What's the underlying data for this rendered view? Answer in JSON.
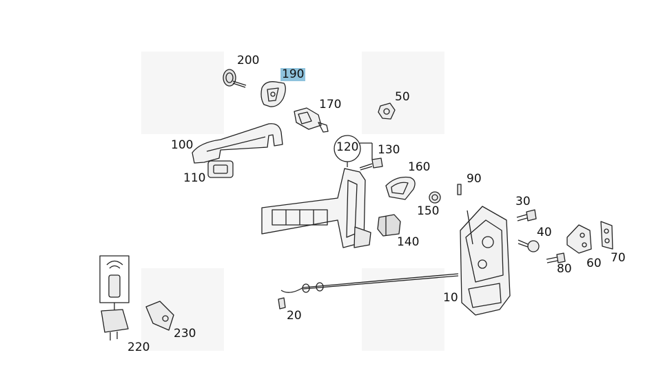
{
  "diagram": {
    "highlight_color": "#8fc3dd",
    "labels": {
      "p10": "10",
      "p20": "20",
      "p30": "30",
      "p40": "40",
      "p50": "50",
      "p60": "60",
      "p70": "70",
      "p80": "80",
      "p90": "90",
      "p100": "100",
      "p110": "110",
      "p120": "120",
      "p130": "130",
      "p140": "140",
      "p150": "150",
      "p160": "160",
      "p170": "170",
      "p190": "190",
      "p200": "200",
      "p220": "220",
      "p230": "230"
    },
    "highlighted_part": "190"
  }
}
